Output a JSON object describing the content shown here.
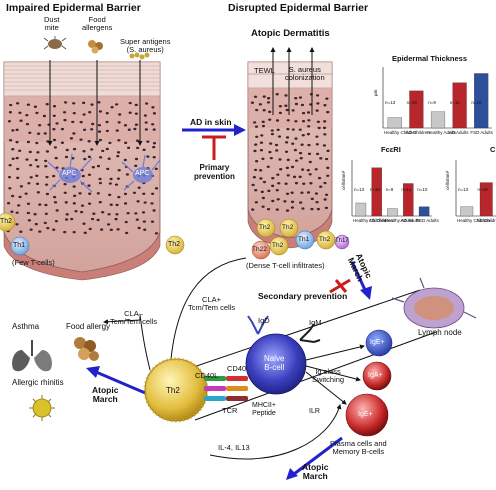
{
  "titles": {
    "impaired": "Impaired Epidermal Barrier",
    "disrupted": "Disrupted Epidermal Barrier",
    "atopic_dermatitis": "Atopic Dermatitis"
  },
  "allergens": {
    "dust_mite": "Dust\nmite",
    "food_allergens": "Food\nallergens",
    "super_antigens": "Super antigens\n(S. aureus)"
  },
  "labels": {
    "apc": "APC",
    "few_tcells": "(Few T-cells)",
    "dense_tcells": "(Dense T-cell infiltrates)",
    "tewl": "TEWL",
    "s_aureus": "S. aureus\ncolonization",
    "ad_in_skin": "AD in skin",
    "primary_prevention": "Primary\nprevention",
    "secondary_prevention": "Secondary prevention",
    "atopic_march": "Atopic\nMarch",
    "cla_plus": "CLA+\nTcm/Tem cells",
    "cla_minus": "CLA–\nTcm/Tem cells",
    "asthma": "Asthma",
    "food_allergy": "Food allergy",
    "allergic_rhinitis": "Allergic rhinitis",
    "lymph_node": "Lymph node",
    "igd": "IgD",
    "igm": "IgM",
    "naive_b": "Naive\nB-cell",
    "cd40": "CD40",
    "cd40l": "CD40L",
    "tcr": "TCR",
    "mhcii": "MHCII+\nPeptide",
    "ilr": "ILR",
    "ig_switching": "Ig class\nSwitching",
    "il4": "IL-4, IL13",
    "plasma": "Plasma cells and\nMemory B-cells",
    "ige": "IgE+",
    "iga": "IgA+"
  },
  "cells": {
    "th1": "Th1",
    "th2": "Th2",
    "th17": "Th17",
    "th22": "Th22"
  },
  "charts": {
    "thickness_title": "Epidermal Thickness",
    "fcer_title": "FcεRI",
    "partial_title": "C",
    "thickness_ylabel": "µm",
    "fcer_ylabel": "cells/mm²",
    "partial_ylabel": "cells/mm²",
    "thickness_ns": [
      "n=13",
      "n=18",
      "n=9",
      "n=11",
      "n=10"
    ],
    "fcer_ns": [
      "n=13",
      "n=18",
      "n=9",
      "n=11",
      "n=10"
    ],
    "partial_ns": [
      "n=13",
      "n=18"
    ]
  },
  "chart_data": [
    {
      "type": "bar",
      "title": "Epidermal Thickness",
      "ylabel": "µm",
      "categories": [
        "Healthy Children",
        "AD Children",
        "Healthy Adults",
        "AD Adults",
        "FSD Adults"
      ],
      "values": [
        45,
        160,
        70,
        195,
        235
      ],
      "colors": [
        "#c8c8c8",
        "#b8252b",
        "#c8c8c8",
        "#b8252b",
        "#2e4f9a"
      ]
    },
    {
      "type": "bar",
      "title": "FcεRI",
      "ylabel": "cells/mm²",
      "categories": [
        "Healthy Children",
        "AD Children",
        "Healthy Adults",
        "AD Adults",
        "FSD Adults"
      ],
      "values": [
        70,
        260,
        40,
        175,
        50
      ],
      "colors": [
        "#c8c8c8",
        "#b8252b",
        "#c8c8c8",
        "#b8252b",
        "#2e4f9a"
      ]
    },
    {
      "type": "bar",
      "title": "C",
      "ylabel": "cells/mm²",
      "categories": [
        "Healthy Children",
        "AD Children"
      ],
      "values": [
        50,
        180
      ],
      "colors": [
        "#c8c8c8",
        "#b8252b"
      ]
    }
  ]
}
